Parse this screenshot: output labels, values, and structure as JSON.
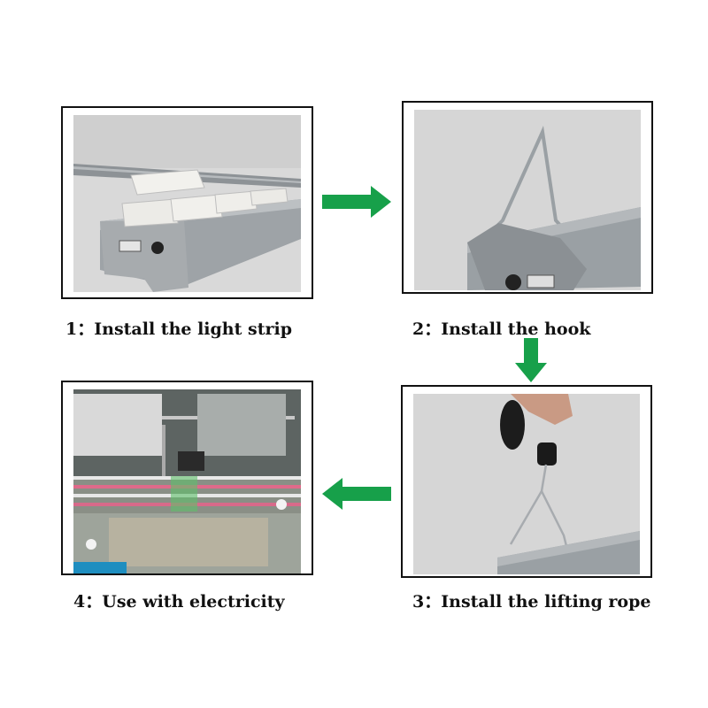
{
  "steps": [
    {
      "number": "1",
      "label": "Install the light strip"
    },
    {
      "number": "2",
      "label": "Install the hook"
    },
    {
      "number": "3",
      "label": "Install the lifting rope"
    },
    {
      "number": "4",
      "label": "Use with electricity"
    }
  ],
  "separator": "：",
  "colors": {
    "arrow": "#17a04a",
    "frame": "#111111",
    "caption": "#111111"
  }
}
